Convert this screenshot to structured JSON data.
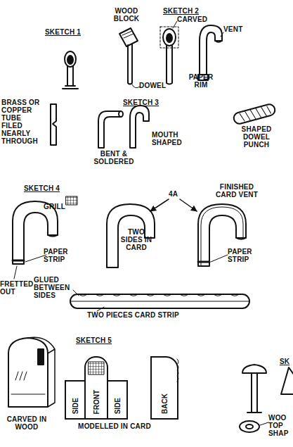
{
  "diagram": {
    "nodes": [
      {
        "text": [
          "SIDE"
        ]
      },
      {
        "text": [
          "FRONT"
        ]
      },
      {
        "text": [
          "SIDE"
        ]
      },
      {
        "text": [
          "BACK"
        ]
      }
    ],
    "labels": [
      "SKETCH 1",
      "WOOD BLOCK",
      "SKETCH 2",
      "CARVED",
      "VENT",
      "DOWEL",
      "PAPER RIM",
      "BRASS OR COPPER TUBE FILED NEARLY THROUGH",
      "SKETCH 3",
      "BENT & SOLDERED",
      "MOUTH SHAPED",
      "SHAPED DOWEL PUNCH",
      "SKETCH 4",
      "GRILL",
      "PAPER STRIP",
      "FRETTED OUT",
      "4A",
      "TWO SIDES IN CARD",
      "FINISHED CARD VENT",
      "PAPER STRIP",
      "GLUED BETWEEN SIDES",
      "TWO PIECES CARD STRIP",
      "CARVED IN WOOD",
      "SKETCH 5",
      "MODELLED IN CARD",
      "SK",
      "WOO TOP SHAP"
    ]
  }
}
